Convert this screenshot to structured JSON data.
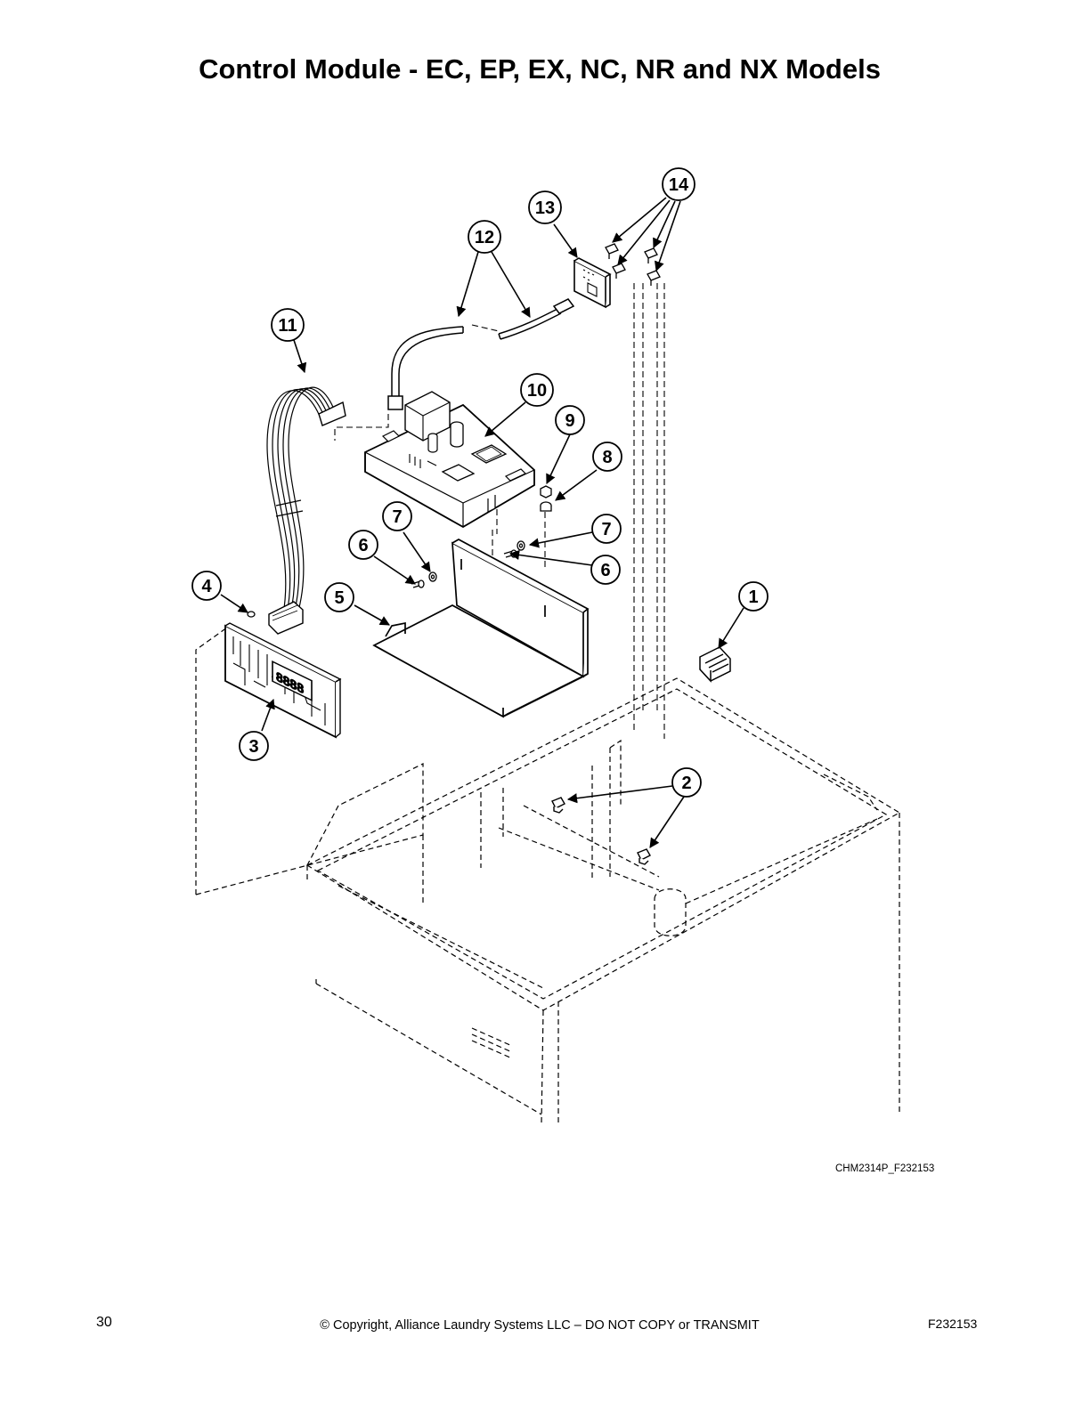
{
  "page": {
    "title": "Control Module - EC, EP, EX, NC, NR and NX Models",
    "figure_code": "CHM2314P_F232153",
    "page_number": "30",
    "copyright": "© Copyright, Alliance Laundry Systems LLC – DO NOT COPY or TRANSMIT",
    "document_code": "F232153"
  },
  "diagram": {
    "display_digits": "8888",
    "callouts": [
      {
        "id": "c1",
        "label": "1"
      },
      {
        "id": "c2",
        "label": "2"
      },
      {
        "id": "c3",
        "label": "3"
      },
      {
        "id": "c4",
        "label": "4"
      },
      {
        "id": "c5",
        "label": "5"
      },
      {
        "id": "c6a",
        "label": "6"
      },
      {
        "id": "c6b",
        "label": "6"
      },
      {
        "id": "c7a",
        "label": "7"
      },
      {
        "id": "c7b",
        "label": "7"
      },
      {
        "id": "c8",
        "label": "8"
      },
      {
        "id": "c9",
        "label": "9"
      },
      {
        "id": "c10",
        "label": "10"
      },
      {
        "id": "c11",
        "label": "11"
      },
      {
        "id": "c12",
        "label": "12"
      },
      {
        "id": "c13",
        "label": "13"
      },
      {
        "id": "c14",
        "label": "14"
      }
    ]
  }
}
